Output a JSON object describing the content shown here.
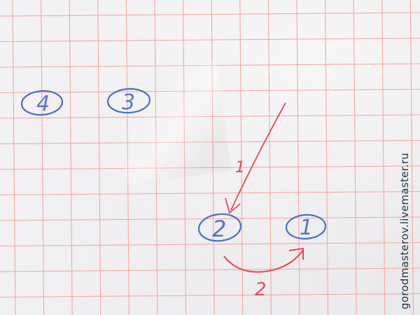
{
  "labels": {
    "circle_1": "1",
    "circle_2": "2",
    "circle_3": "3",
    "circle_4": "4",
    "arrow_1": "1",
    "arrow_2": "2"
  },
  "watermark": "gorodmasterov.livemaster.ru",
  "colors": {
    "paper": "#f3f2f4",
    "grid": "#f2a8a4",
    "blue_ink": "#4a6fc0",
    "red_ink": "#e24a55"
  }
}
